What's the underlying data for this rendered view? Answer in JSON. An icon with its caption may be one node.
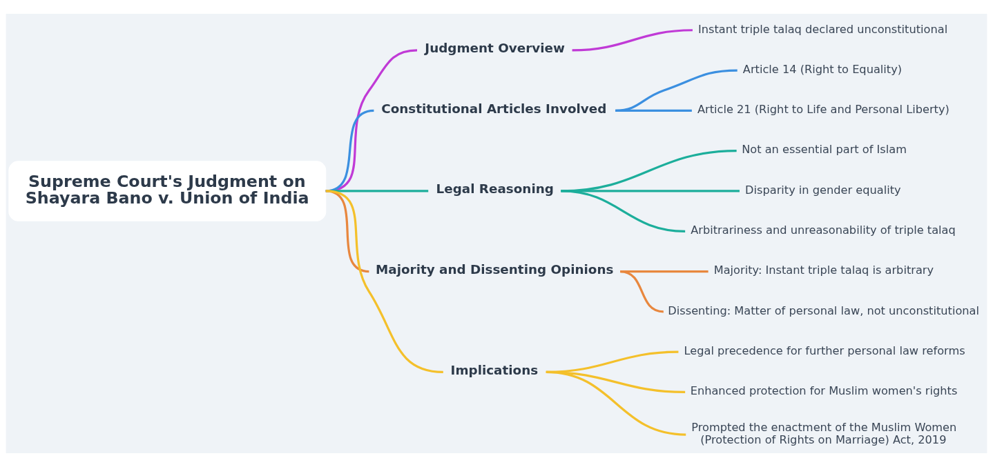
{
  "diagram": {
    "nodes": [
      {
        "text": [
          "Supreme Court's Judgment on Shayara Bano v. Union of India"
        ]
      },
      {
        "text": [
          "Judgment Overview"
        ]
      },
      {
        "text": [
          "Instant triple talaq declared unconstitutional"
        ]
      },
      {
        "text": [
          "Constitutional Articles Involved"
        ]
      },
      {
        "text": [
          "Article 14 (Right to Equality)"
        ]
      },
      {
        "text": [
          "Article 21 (Right to Life and Personal Liberty)"
        ]
      },
      {
        "text": [
          "Legal Reasoning"
        ]
      },
      {
        "text": [
          "Not an essential part of Islam"
        ]
      },
      {
        "text": [
          "Disparity in gender equality"
        ]
      },
      {
        "text": [
          "Arbitrariness and unreasonability of triple talaq"
        ]
      },
      {
        "text": [
          "Majority and Dissenting Opinions"
        ]
      },
      {
        "text": [
          "Majority: Instant triple talaq is arbitrary"
        ]
      },
      {
        "text": [
          "Dissenting: Matter of personal law, not unconstitutional"
        ]
      },
      {
        "text": [
          "Implications"
        ]
      },
      {
        "text": [
          "Legal precedence for further personal law reforms"
        ]
      },
      {
        "text": [
          "Enhanced protection for Muslim women's rights"
        ]
      },
      {
        "text": [
          "Prompted the enactment of the Muslim Women (Protection of Rights on Marriage) Act, 2019"
        ]
      }
    ],
    "edges": [
      {
        "from": 0,
        "to": 1,
        "arrow": "none",
        "color": "#c03ad6"
      },
      {
        "from": 1,
        "to": 2,
        "arrow": "none",
        "color": "#c03ad6"
      },
      {
        "from": 0,
        "to": 3,
        "arrow": "none",
        "color": "#3b8fe0"
      },
      {
        "from": 3,
        "to": 4,
        "arrow": "none",
        "color": "#3b8fe0"
      },
      {
        "from": 3,
        "to": 5,
        "arrow": "none",
        "color": "#3b8fe0"
      },
      {
        "from": 0,
        "to": 6,
        "arrow": "none",
        "color": "#1cae9b"
      },
      {
        "from": 6,
        "to": 7,
        "arrow": "none",
        "color": "#1cae9b"
      },
      {
        "from": 6,
        "to": 8,
        "arrow": "none",
        "color": "#1cae9b"
      },
      {
        "from": 6,
        "to": 9,
        "arrow": "none",
        "color": "#1cae9b"
      },
      {
        "from": 0,
        "to": 10,
        "arrow": "none",
        "color": "#e8873e"
      },
      {
        "from": 10,
        "to": 11,
        "arrow": "none",
        "color": "#e8873e"
      },
      {
        "from": 10,
        "to": 12,
        "arrow": "none",
        "color": "#e8873e"
      },
      {
        "from": 0,
        "to": 13,
        "arrow": "none",
        "color": "#f4c02b"
      },
      {
        "from": 13,
        "to": 14,
        "arrow": "none",
        "color": "#f4c02b"
      },
      {
        "from": 13,
        "to": 15,
        "arrow": "none",
        "color": "#f4c02b"
      },
      {
        "from": 13,
        "to": 16,
        "arrow": "none",
        "color": "#f4c02b"
      }
    ]
  }
}
